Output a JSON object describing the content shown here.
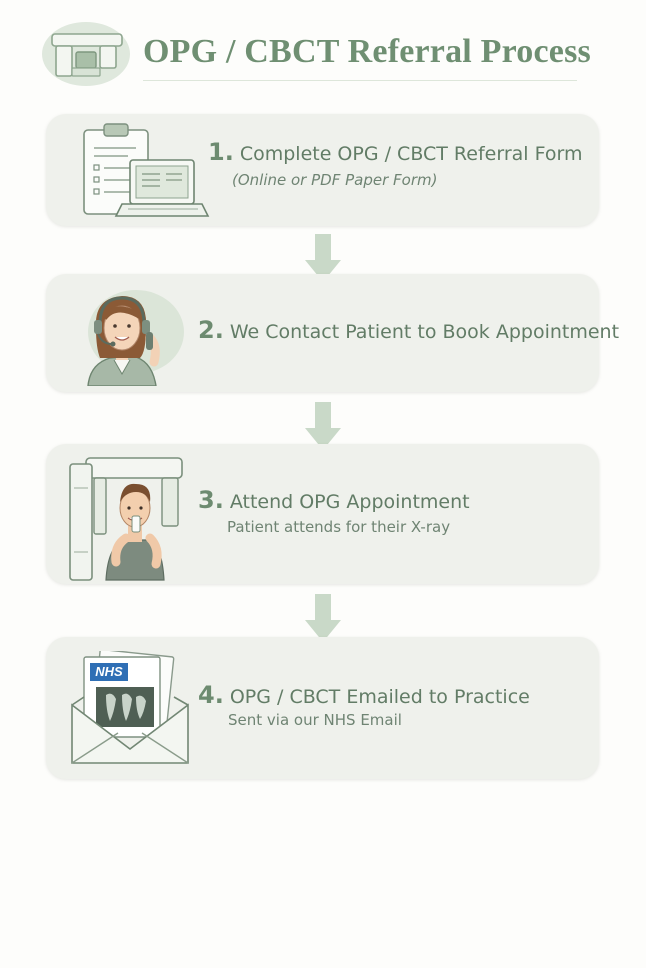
{
  "page": {
    "title": "OPG / CBCT Referral Process"
  },
  "steps": [
    {
      "number": "1.",
      "title": "Complete OPG / CBCT Referral Form",
      "subtitle": "(Online or PDF Paper Form)",
      "icon": "clipboard-laptop-icon"
    },
    {
      "number": "2.",
      "title": "We Contact Patient to Book Appointment",
      "subtitle": "",
      "icon": "receptionist-headset-icon"
    },
    {
      "number": "3.",
      "title": "Attend OPG Appointment",
      "subtitle": "Patient attends for their X-ray",
      "icon": "xray-machine-patient-icon"
    },
    {
      "number": "4.",
      "title": "OPG / CBCT Emailed to Practice",
      "subtitle": "Sent via our NHS Email",
      "icon": "nhs-email-envelope-icon",
      "badge": "NHS"
    }
  ],
  "colors": {
    "accent": "#6f8f72",
    "card": "#eff1ec",
    "arrow": "#c9d9c8",
    "text": "#627c66"
  }
}
